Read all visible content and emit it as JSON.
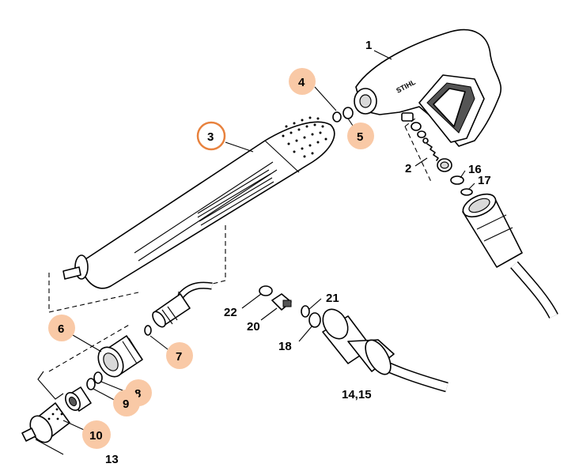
{
  "diagram": {
    "brand_mark": "STIHL",
    "accent_colors": {
      "bubble": "#f9c9a6",
      "selected_ring": "#e8823e"
    },
    "callouts": [
      {
        "id": "c1",
        "label": "1",
        "style": "plain"
      },
      {
        "id": "c2",
        "label": "2",
        "style": "plain"
      },
      {
        "id": "c3",
        "label": "3",
        "style": "selected"
      },
      {
        "id": "c4",
        "label": "4",
        "style": "bubble"
      },
      {
        "id": "c5",
        "label": "5",
        "style": "bubble"
      },
      {
        "id": "c6",
        "label": "6",
        "style": "bubble"
      },
      {
        "id": "c7",
        "label": "7",
        "style": "bubble"
      },
      {
        "id": "c8",
        "label": "8",
        "style": "bubble"
      },
      {
        "id": "c9",
        "label": "9",
        "style": "bubble"
      },
      {
        "id": "c10",
        "label": "10",
        "style": "bubble"
      },
      {
        "id": "c13",
        "label": "13",
        "style": "plain"
      },
      {
        "id": "c1415",
        "label": "14,15",
        "style": "plain"
      },
      {
        "id": "c16",
        "label": "16",
        "style": "plain"
      },
      {
        "id": "c17",
        "label": "17",
        "style": "plain"
      },
      {
        "id": "c18",
        "label": "18",
        "style": "plain"
      },
      {
        "id": "c20",
        "label": "20",
        "style": "plain"
      },
      {
        "id": "c21",
        "label": "21",
        "style": "plain"
      },
      {
        "id": "c22",
        "label": "22",
        "style": "plain"
      }
    ]
  }
}
